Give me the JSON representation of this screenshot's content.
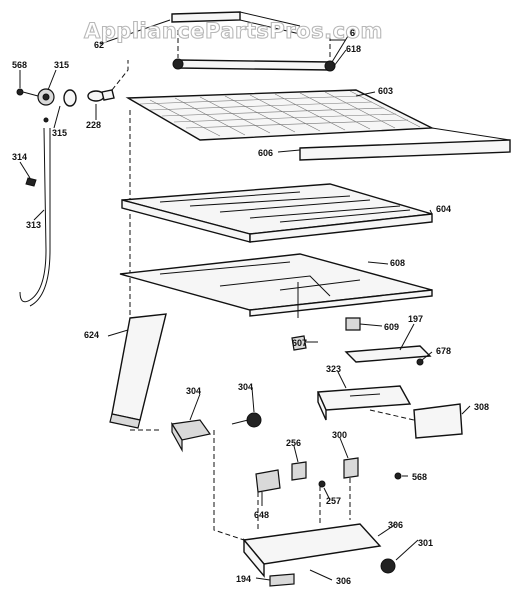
{
  "watermark": "AppliancePartsPros.com",
  "callouts": {
    "c62": "62",
    "c6": "6",
    "c618": "618",
    "c568a": "568",
    "c315a": "315",
    "c315b": "315",
    "c228": "228",
    "c314": "314",
    "c313": "313",
    "c603": "603",
    "c606": "606",
    "c604": "604",
    "c608": "608",
    "c609": "609",
    "c607": "607",
    "c197": "197",
    "c678": "678",
    "c624": "624",
    "c304a": "304",
    "c304b": "304",
    "c323": "323",
    "c308": "308",
    "c256": "256",
    "c300": "300",
    "c257": "257",
    "c568b": "568",
    "c648": "648",
    "c306a": "306",
    "c301": "301",
    "c194": "194",
    "c306b": "306"
  }
}
